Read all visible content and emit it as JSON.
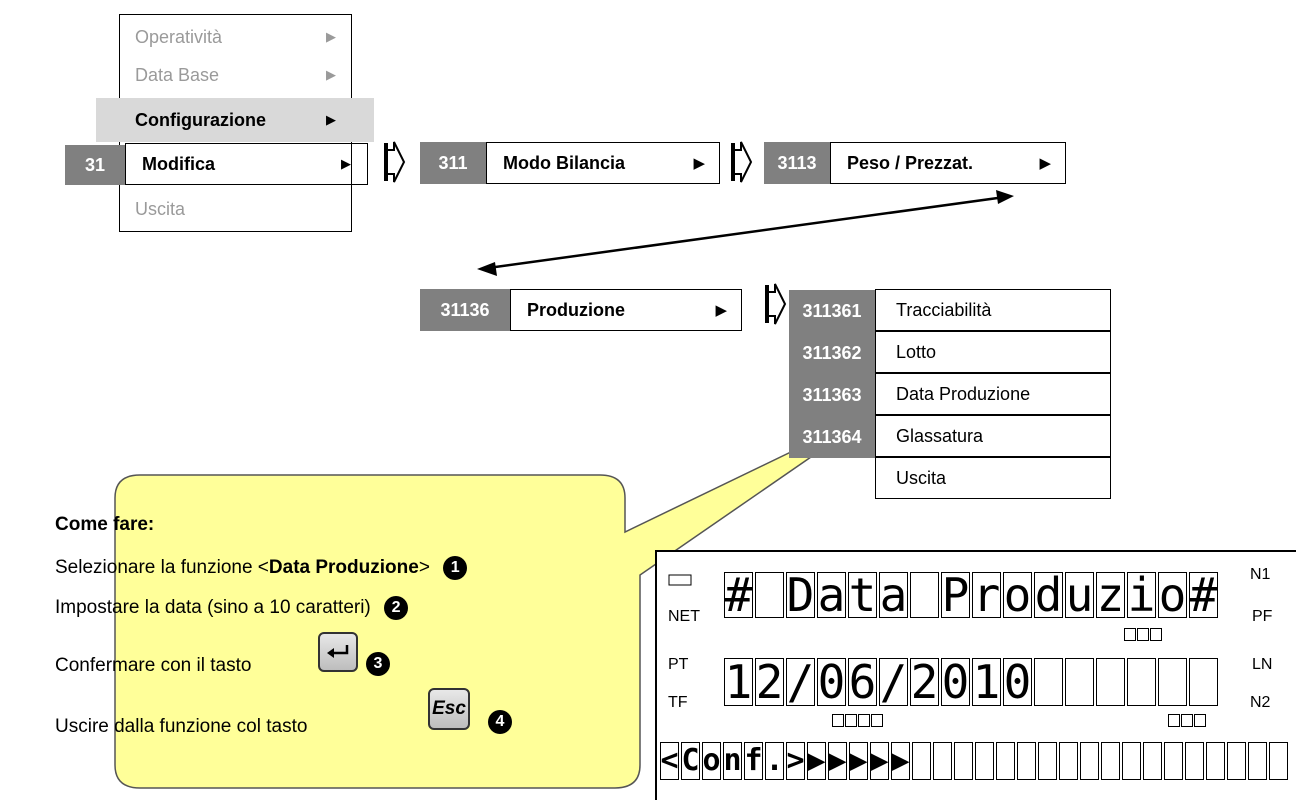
{
  "menu": {
    "items": [
      {
        "label": "Operatività",
        "arrow": "▶"
      },
      {
        "label": "Data Base",
        "arrow": "▶"
      },
      {
        "label": "Configurazione",
        "arrow": "▶"
      },
      {
        "label": "Modifica",
        "arrow": "▶",
        "code": "31"
      },
      {
        "label": "Uscita"
      }
    ]
  },
  "level2": {
    "code": "311",
    "label": "Modo Bilancia",
    "arrow": "▶"
  },
  "level3": {
    "code": "3113",
    "label": "Peso / Prezzat.",
    "arrow": "▶"
  },
  "level4": {
    "code": "31136",
    "label": "Produzione",
    "arrow": "▶"
  },
  "submenu": {
    "items": [
      {
        "code": "311361",
        "label": "Tracciabilità"
      },
      {
        "code": "311362",
        "label": "Lotto"
      },
      {
        "code": "311363",
        "label": "Data Produzione"
      },
      {
        "code": "311364",
        "label": "Glassatura"
      },
      {
        "code": "",
        "label": "Uscita"
      }
    ]
  },
  "callout": {
    "title": "Come fare:",
    "step1_prefix": "Selezionare la funzione <",
    "step1_bold": "Data Produzione",
    "step1_suffix": ">",
    "step2": "Impostare la data (sino a 10 caratteri)",
    "step3": "Confermare con il tasto",
    "step4": "Uscire dalla funzione col tasto",
    "num1": "1",
    "num2": "2",
    "num3": "3",
    "num4": "4",
    "enter_key_icon": "enter-return-icon",
    "esc_key_label": "Esc"
  },
  "lcd": {
    "left_labels": [
      "NET",
      "PT",
      "TF"
    ],
    "right_labels": [
      "N1",
      "PF",
      "LN",
      "N2"
    ],
    "row1": [
      "#",
      "",
      "D",
      "a",
      "t",
      "a",
      "",
      "P",
      "r",
      "o",
      "d",
      "u",
      "z",
      "i",
      "o",
      "#"
    ],
    "row2": [
      "1",
      "2",
      "/",
      "0",
      "6",
      "/",
      "2",
      "0",
      "1",
      "0",
      "_",
      "",
      "",
      "",
      "",
      ""
    ],
    "row3": [
      "<",
      "C",
      "o",
      "n",
      "f",
      ".",
      ">",
      "▶",
      "▶",
      "▶",
      "▶",
      "▶",
      "",
      "",
      "",
      "",
      "",
      "",
      "",
      "",
      "",
      "",
      "",
      "",
      "",
      "",
      "",
      "",
      "",
      ""
    ]
  },
  "colors": {
    "accent_grey": "#808080",
    "callout_fill": "#ffff99",
    "highlight_grey": "#d9d9d9"
  }
}
